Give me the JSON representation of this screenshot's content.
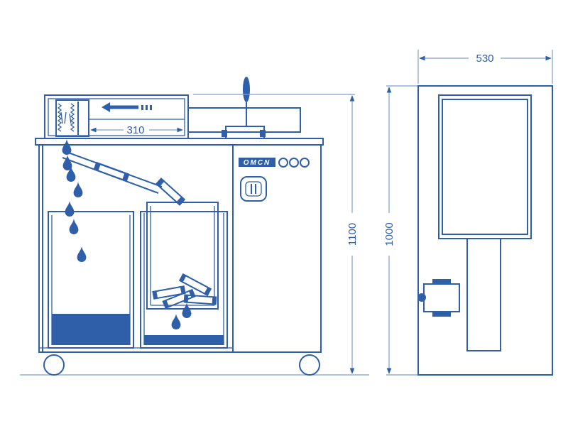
{
  "colors": {
    "line": "#2f5fa8",
    "dimension": "#7f9fcf",
    "background": "#ffffff"
  },
  "front_view": {
    "brand_logo": "OMCN",
    "dim_total_height": "1100",
    "dim_drawer_length": "310",
    "icons": [
      "drop-icon",
      "arrow-left-icon",
      "wheel-icon",
      "handle-lever-icon"
    ]
  },
  "side_view": {
    "dim_width": "530",
    "dim_height": "1000"
  }
}
